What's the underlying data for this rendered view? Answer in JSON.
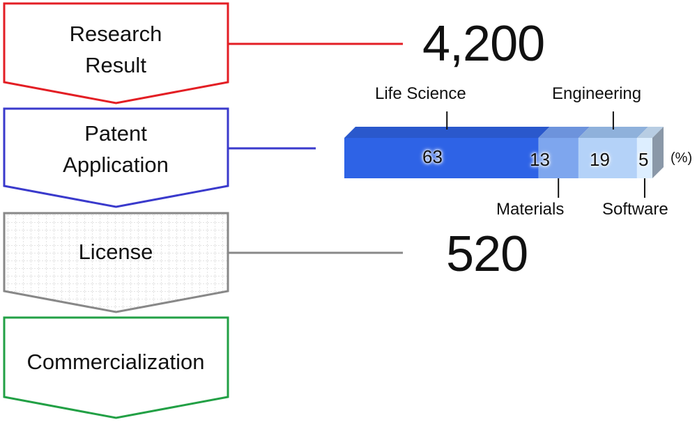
{
  "stages": [
    {
      "label_line1": "Research",
      "label_line2": "Result",
      "color": "#e31e24"
    },
    {
      "label_line1": "Patent",
      "label_line2": "Application",
      "color": "#3a3acc"
    },
    {
      "label_line1": "License",
      "label_line2": "",
      "color": "#888888"
    },
    {
      "label_line1": "Commercialization",
      "label_line2": "",
      "color": "#22a045"
    }
  ],
  "metrics": {
    "research_count": "4,200",
    "license_count": "520"
  },
  "chart_data": {
    "type": "bar",
    "categories": [
      "Life Science",
      "Materials",
      "Engineering",
      "Software"
    ],
    "values": [
      63,
      13,
      19,
      5
    ],
    "unit": "(%)",
    "colors": [
      "#2e63e6",
      "#7ea6ee",
      "#b4d2f8",
      "#ddeeff"
    ]
  }
}
